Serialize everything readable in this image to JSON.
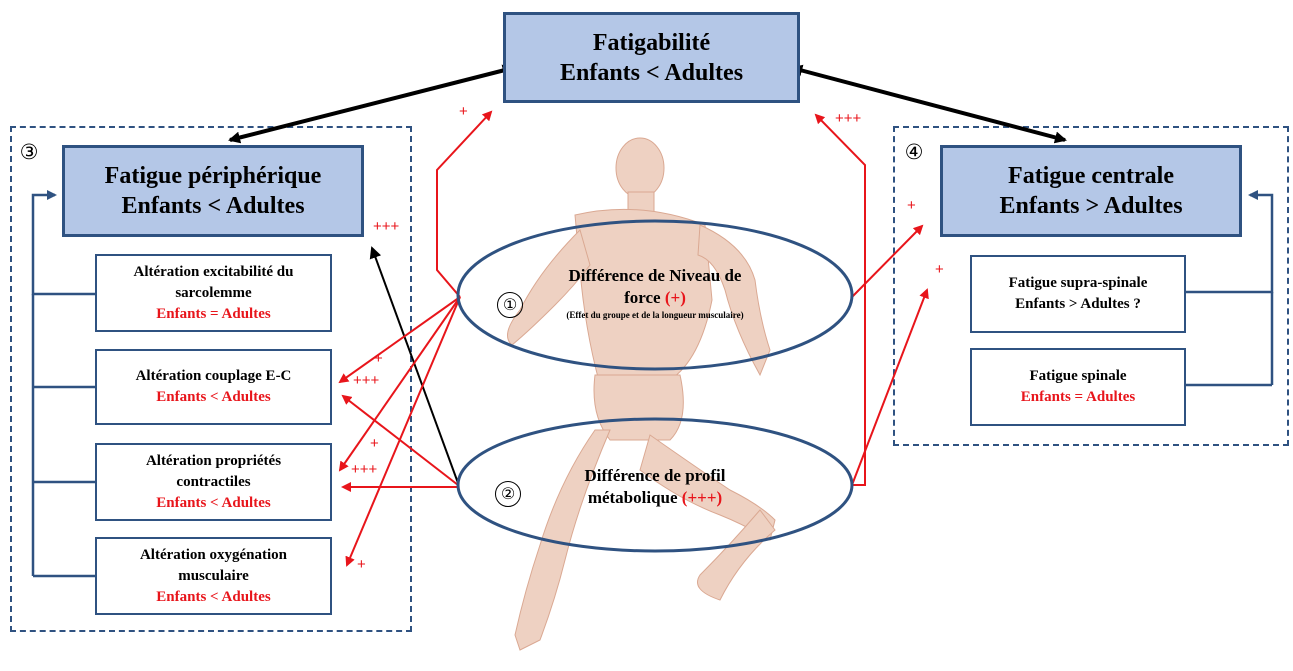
{
  "top": {
    "title": "Fatigabilité",
    "subtitle": "Enfants < Adultes"
  },
  "peripheral": {
    "number": "③",
    "title": "Fatigue périphérique",
    "subtitle": "Enfants < Adultes",
    "items": [
      {
        "lines": [
          "Altération excitabilité du",
          "sarcolemme"
        ],
        "result": "Enfants = Adultes"
      },
      {
        "lines": [
          "Altération couplage E-C"
        ],
        "result": "Enfants < Adultes"
      },
      {
        "lines": [
          "Altération propriétés",
          "contractiles"
        ],
        "result": "Enfants < Adultes"
      },
      {
        "lines": [
          "Altération oxygénation",
          "musculaire"
        ],
        "result": "Enfants < Adultes"
      }
    ]
  },
  "central": {
    "number": "④",
    "title": "Fatigue centrale",
    "subtitle": "Enfants > Adultes",
    "items": [
      {
        "lines": [
          "Fatigue supra-spinale",
          "Enfants > Adultes ?"
        ],
        "result": ""
      },
      {
        "lines": [
          "Fatigue spinale"
        ],
        "result": "Enfants = Adultes"
      }
    ]
  },
  "factor1": {
    "number": "①",
    "line1": "Différence de Niveau de",
    "line2": "force",
    "mark": "(+)",
    "note": "(Effet du groupe et de la longueur musculaire)"
  },
  "factor2": {
    "number": "②",
    "line1": "Différence de profil",
    "line2": "métabolique",
    "mark": "(+++)"
  },
  "arrow_labels": {
    "top_left": "+",
    "top_right": "+++",
    "peripheral_title": "+++",
    "central_1": "+",
    "central_2": "+",
    "couplage_1": "+",
    "couplage_2": "+++",
    "contractiles_1": "+",
    "contractiles_2": "+++",
    "oxygenation": "+"
  },
  "colors": {
    "box_fill": "#b4c7e7",
    "border": "#2f5281",
    "accent_red": "#e8151b",
    "figure": "#e6b29a"
  }
}
